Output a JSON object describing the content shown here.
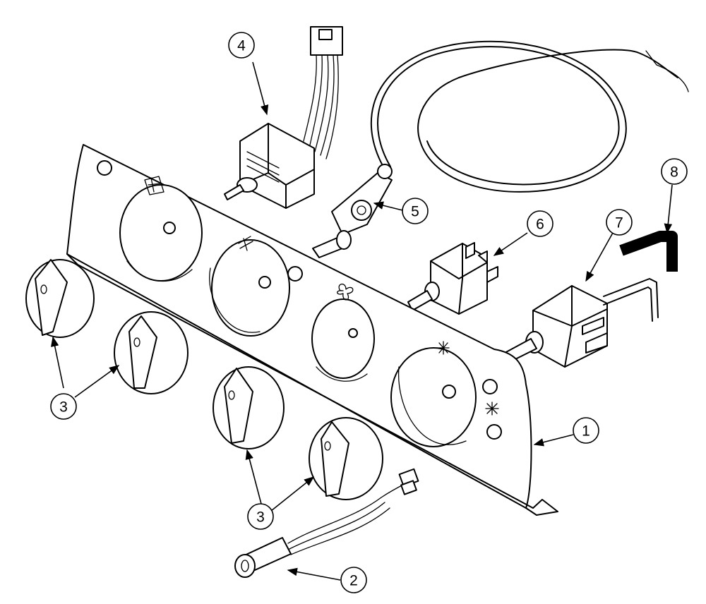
{
  "diagram": {
    "type": "exploded-parts-view",
    "callouts": [
      {
        "id": "c1",
        "label": "1"
      },
      {
        "id": "c2",
        "label": "2"
      },
      {
        "id": "c3a",
        "label": "3"
      },
      {
        "id": "c3b",
        "label": "3"
      },
      {
        "id": "c4",
        "label": "4"
      },
      {
        "id": "c5",
        "label": "5"
      },
      {
        "id": "c6",
        "label": "6"
      },
      {
        "id": "c7",
        "label": "7"
      },
      {
        "id": "c8",
        "label": "8"
      }
    ],
    "icons": [
      "defrost-icon",
      "heater-icon",
      "fan-icon",
      "light-icon",
      "beacon-icon"
    ],
    "colors": {
      "line": "#000000",
      "background": "#ffffff"
    }
  }
}
